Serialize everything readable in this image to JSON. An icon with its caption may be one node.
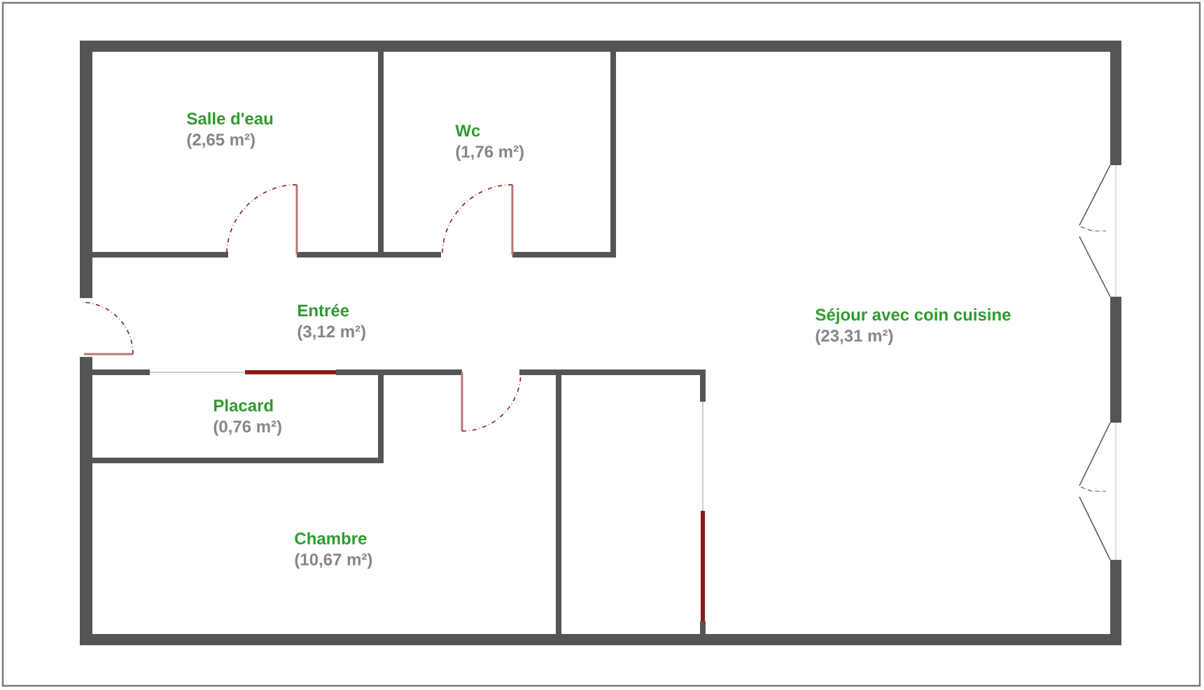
{
  "diagram": {
    "nodes": [
      {
        "text": [
          "Salle d'eau",
          "(2,65 m²)"
        ]
      },
      {
        "text": [
          "Wc",
          "(1,76 m²)"
        ]
      },
      {
        "text": [
          "Entrée",
          "(3,12 m²)"
        ]
      },
      {
        "text": [
          "Séjour avec coin cuisine",
          "(23,31 m²)"
        ]
      },
      {
        "text": [
          "Placard",
          "(0,76 m²)"
        ]
      },
      {
        "text": [
          "Chambre",
          "(10,67 m²)"
        ]
      }
    ]
  }
}
